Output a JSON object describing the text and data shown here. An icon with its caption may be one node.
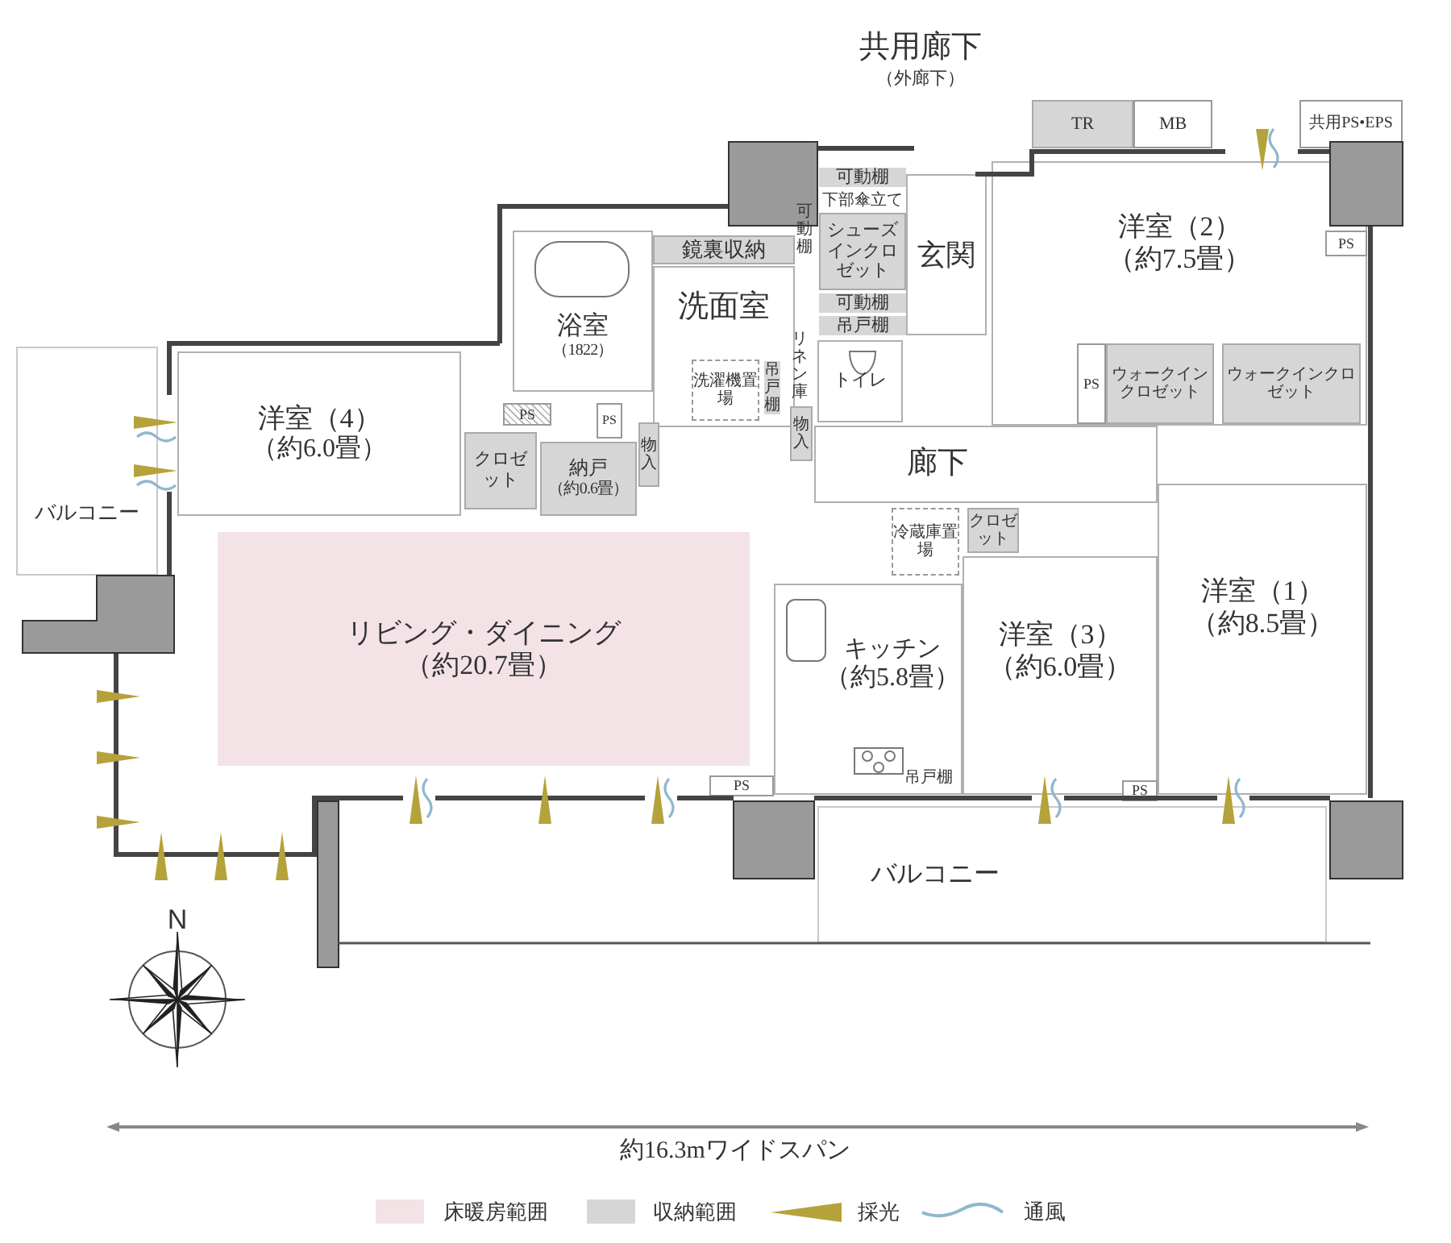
{
  "diagram": {
    "nodes": [
      {
        "text": [
          "洋室（4）",
          "（約6.0畳）"
        ]
      },
      {
        "text": [
          "浴室",
          "（1822）"
        ]
      },
      {
        "text": [
          "洗面室"
        ]
      },
      {
        "text": [
          "鏡裏収納"
        ]
      },
      {
        "text": [
          "シューズインクロゼット"
        ]
      },
      {
        "text": [
          "玄関"
        ]
      },
      {
        "text": [
          "トイレ"
        ]
      },
      {
        "text": [
          "洗濯機置場"
        ],
        "in": 2
      },
      {
        "text": [
          "PS"
        ]
      },
      {
        "text": [
          "PS"
        ]
      },
      {
        "text": [
          "クロゼット"
        ]
      },
      {
        "text": [
          "納戸",
          "（約0.6畳）"
        ]
      },
      {
        "text": [
          "物入"
        ]
      },
      {
        "text": [
          "物入"
        ]
      },
      {
        "text": [
          "TR"
        ]
      },
      {
        "text": [
          "MB"
        ]
      },
      {
        "text": [
          "共用PS•EPS"
        ]
      },
      {
        "text": [
          "PS"
        ],
        "in": 18
      },
      {
        "text": [
          "洋室（2）",
          "（約7.5畳）"
        ]
      },
      {
        "text": [
          "PS"
        ],
        "in": 18
      },
      {
        "text": [
          "ウォークインクロゼット"
        ],
        "in": 18
      },
      {
        "text": [
          "ウォークインクロゼット"
        ],
        "in": 18
      },
      {
        "text": [
          "廊下"
        ]
      },
      {
        "text": [
          "バルコニー"
        ]
      },
      {
        "text": [
          "リビング・ダイニング",
          "（約20.7畳）"
        ]
      },
      {
        "text": [
          "冷蔵庫置場"
        ]
      },
      {
        "text": [
          "クロゼット"
        ]
      },
      {
        "text": [
          "キッチン",
          "（約5.8畳）"
        ]
      },
      {
        "text": [
          "洋室（3）",
          "（約6.0畳）"
        ]
      },
      {
        "text": [
          "洋室（1）",
          "（約8.5畳）"
        ]
      },
      {
        "text": [
          "PS"
        ]
      },
      {
        "text": [
          "PS"
        ]
      },
      {
        "text": [
          "バルコニー"
        ]
      }
    ],
    "labels": [
      "共用廊下",
      "（外廊下）",
      "可動棚",
      "下部傘立て",
      "可動棚",
      "可動棚",
      "吊戸棚",
      "リネン庫",
      "吊戸棚",
      "吊戸棚",
      "N",
      "約16.3mワイドスパン"
    ],
    "legend": [
      {
        "text": "床暖房範囲",
        "color": "#f3e3e6"
      },
      {
        "text": "収納範囲",
        "color": "#d6d6d6"
      },
      {
        "text": "採光"
      },
      {
        "text": "通風"
      }
    ]
  }
}
